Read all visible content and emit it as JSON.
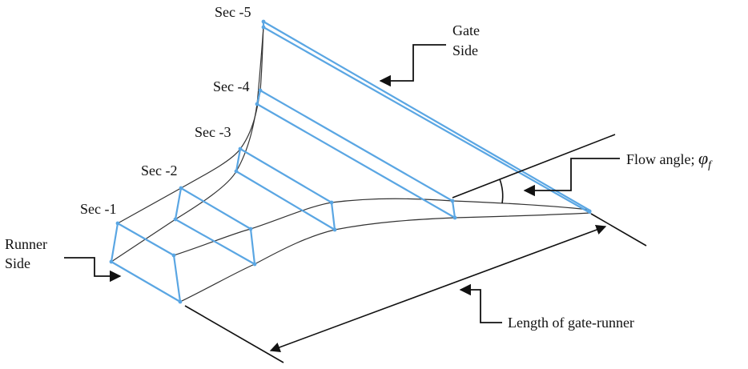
{
  "figure": {
    "type": "gate-runner geometry schematic",
    "colors": {
      "section_wireframe": "#5aa6e3",
      "surface_edges": "#333333",
      "annotations": "#111111",
      "background": "#ffffff"
    }
  },
  "sections": [
    {
      "id": "sec1",
      "label": "Sec -1"
    },
    {
      "id": "sec2",
      "label": "Sec -2"
    },
    {
      "id": "sec3",
      "label": "Sec -3"
    },
    {
      "id": "sec4",
      "label": "Sec -4"
    },
    {
      "id": "sec5",
      "label": "Sec -5"
    }
  ],
  "annotations": {
    "runner_side": [
      "Runner",
      "Side"
    ],
    "gate_side": [
      "Gate",
      "Side"
    ],
    "flow_angle": {
      "text": "Flow angle; ",
      "symbol": "φ",
      "subscript": "f"
    },
    "length": "Length of gate-runner"
  }
}
